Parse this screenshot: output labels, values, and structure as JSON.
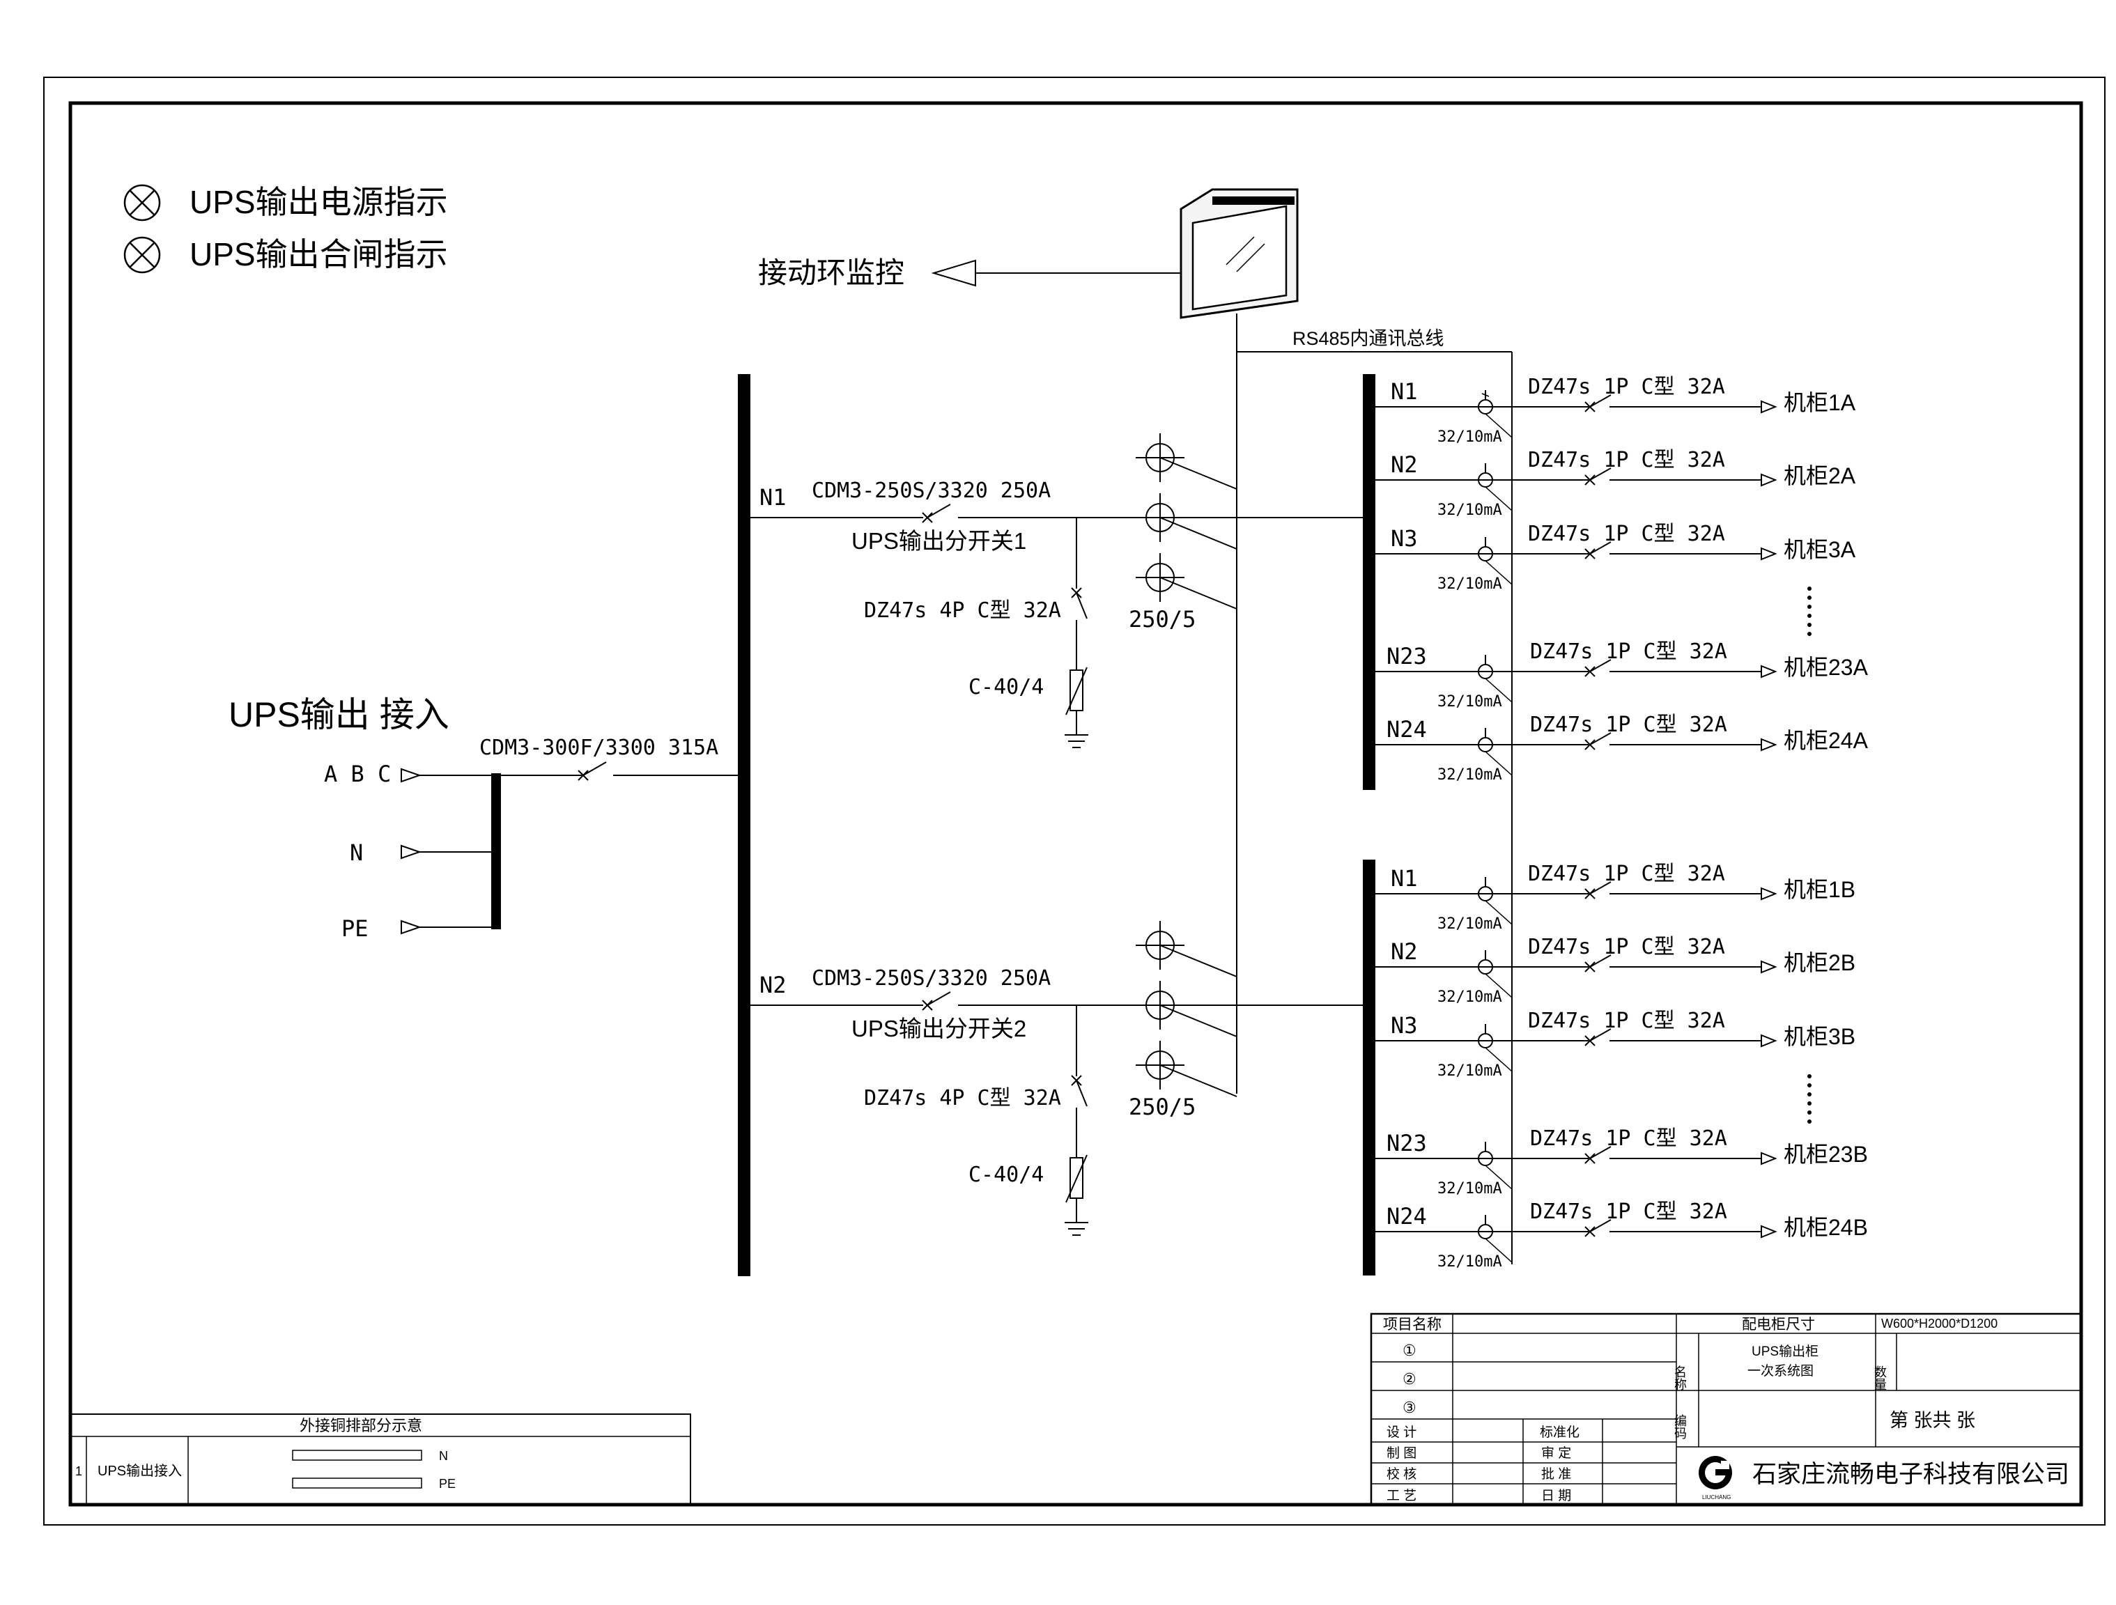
{
  "legend": {
    "power_indicator": "UPS输出电源指示",
    "close_indicator": "UPS输出合闸指示"
  },
  "monitor": {
    "label": "接动环监控",
    "bus_label": "RS485内通讯总线"
  },
  "input": {
    "title": "UPS输出  接入",
    "abc": "A B C",
    "n": "N",
    "pe": "PE",
    "main_breaker": "CDM3-300F/3300 315A"
  },
  "branches": [
    {
      "bus": "N1",
      "breaker": "CDM3-250S/3320 250A",
      "switch_name": "UPS输出分开关1",
      "spd_breaker": "DZ47s 4P C型 32A",
      "spd": "C-40/4",
      "ct": "250/5"
    },
    {
      "bus": "N2",
      "breaker": "CDM3-250S/3320 250A",
      "switch_name": "UPS输出分开关2",
      "spd_breaker": "DZ47s 4P C型 32A",
      "spd": "C-40/4",
      "ct": "250/5"
    }
  ],
  "feeders": {
    "breaker_label": "DZ47s 1P C型 32A",
    "rcd_label": "32/10mA",
    "group_a": [
      {
        "name": "N1",
        "target": "机柜1A"
      },
      {
        "name": "N2",
        "target": "机柜2A"
      },
      {
        "name": "N3",
        "target": "机柜3A"
      },
      {
        "name": "N23",
        "target": "机柜23A"
      },
      {
        "name": "N24",
        "target": "机柜24A"
      }
    ],
    "group_b": [
      {
        "name": "N1",
        "target": "机柜1B"
      },
      {
        "name": "N2",
        "target": "机柜2B"
      },
      {
        "name": "N3",
        "target": "机柜3B"
      },
      {
        "name": "N23",
        "target": "机柜23B"
      },
      {
        "name": "N24",
        "target": "机柜24B"
      }
    ]
  },
  "copper_table": {
    "title": "外接铜排部分示意",
    "row_no": "1",
    "row_label": "UPS输出接入",
    "bar_n": "N",
    "bar_pe": "PE"
  },
  "title_block": {
    "project_name": "项目名称",
    "row1": "①",
    "row2": "②",
    "row3": "③",
    "cabinet_size_label": "配电柜尺寸",
    "cabinet_size": "W600*H2000*D1200",
    "name_label": "名称",
    "drawing_name_1": "UPS输出柜",
    "drawing_name_2": "一次系统图",
    "qty_label": "数量",
    "code_label": "编码",
    "sheet": "第 张共 张",
    "design": "设 计",
    "draft": "制 图",
    "check": "校 核",
    "process": "工 艺",
    "standard": "标准化",
    "review": "审 定",
    "approve": "批 准",
    "date": "日 期",
    "logo_sub": "LIUCHANG",
    "company": "石家庄流畅电子科技有限公司"
  }
}
